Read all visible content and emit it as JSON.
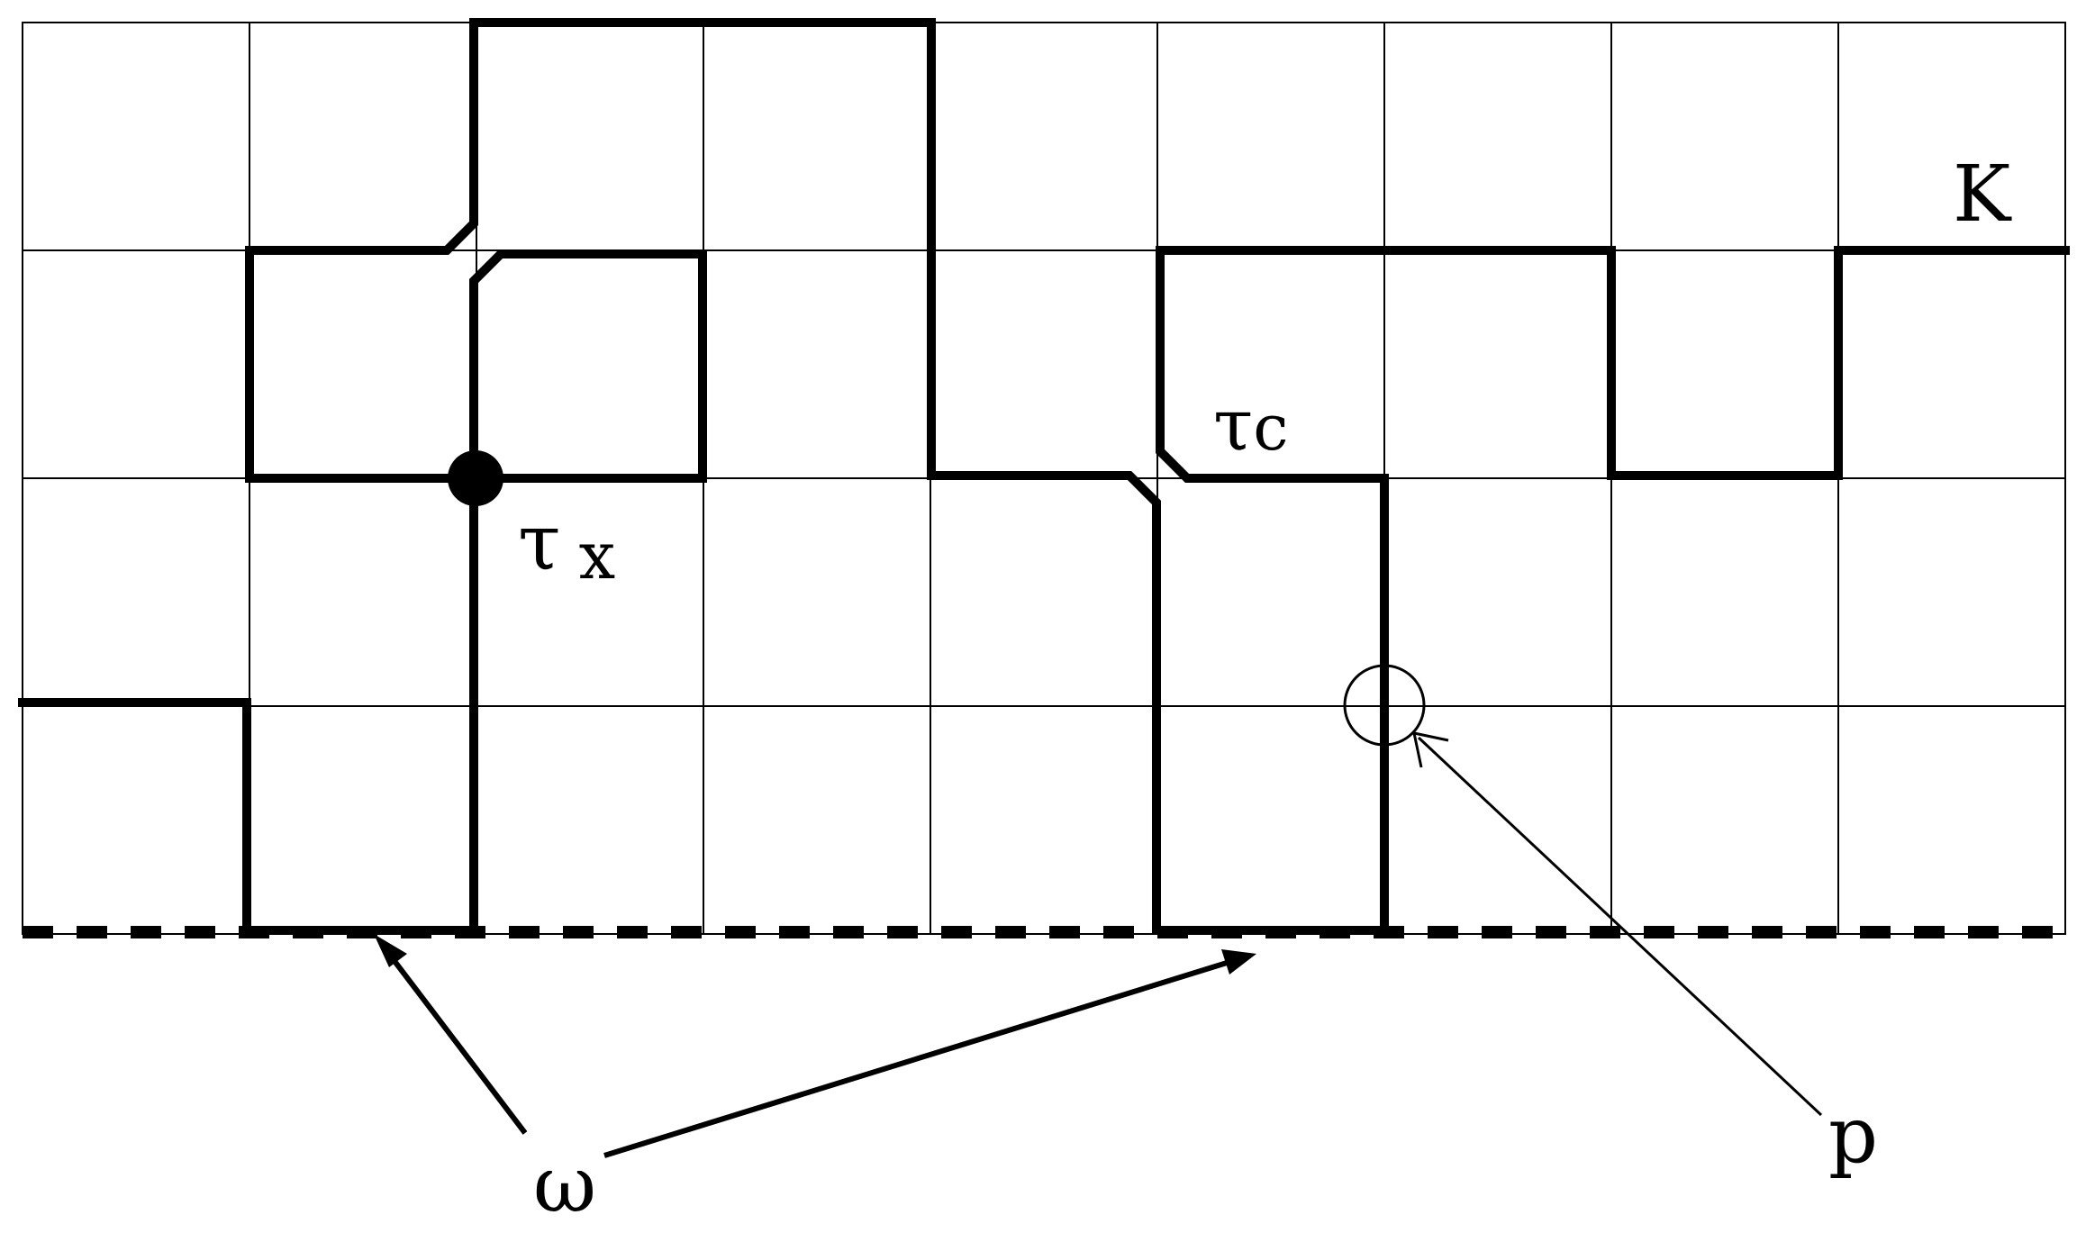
{
  "labels": {
    "K": "K",
    "tau_c_base": "τ",
    "tau_c_sub": "c",
    "tau_x_base": "τ",
    "tau_x_sub": "x",
    "omega": "ω",
    "p": "p"
  },
  "colors": {
    "ink": "#000000",
    "background": "#ffffff"
  }
}
